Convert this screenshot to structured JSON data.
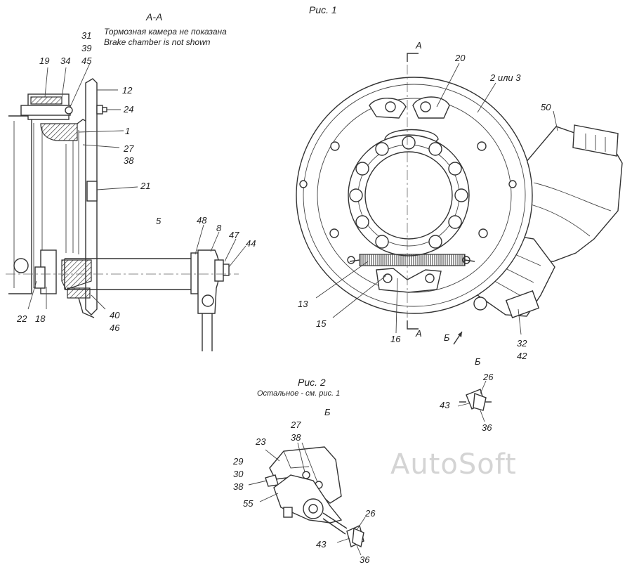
{
  "fig1": {
    "caption": "Рис. 1",
    "section_title": "А-А",
    "note_ru": "Тормозная камера не показана",
    "note_en": "Brake chamber is not shown",
    "cut_mark_top": "А",
    "cut_mark_bottom": "А",
    "view_mark": "Б"
  },
  "fig2": {
    "caption": "Рис. 2",
    "subcaption": "Остальное - см. рис. 1",
    "view_title": "Б",
    "view_title_small": "Б"
  },
  "watermark": "AutoSoft",
  "labels": {
    "l31": "31",
    "l39": "39",
    "l45": "45",
    "l19": "19",
    "l34": "34",
    "l12": "12",
    "l24": "24",
    "l1": "1",
    "l27": "27",
    "l38": "38",
    "l21": "21",
    "l5": "5",
    "l48": "48",
    "l8": "8",
    "l47": "47",
    "l44": "44",
    "l22": "22",
    "l18": "18",
    "l40": "40",
    "l46": "46",
    "l20": "20",
    "l2": "2 или 3",
    "l50": "50",
    "l13": "13",
    "l15": "15",
    "l16": "16",
    "l32": "32",
    "l42": "42",
    "v26": "26",
    "v43": "43",
    "v36": "36",
    "r27": "27",
    "r38": "38",
    "r23": "23",
    "r29": "29",
    "r30": "30",
    "r38b": "38",
    "r55": "55",
    "r26": "26",
    "r43": "43",
    "r36": "36"
  }
}
